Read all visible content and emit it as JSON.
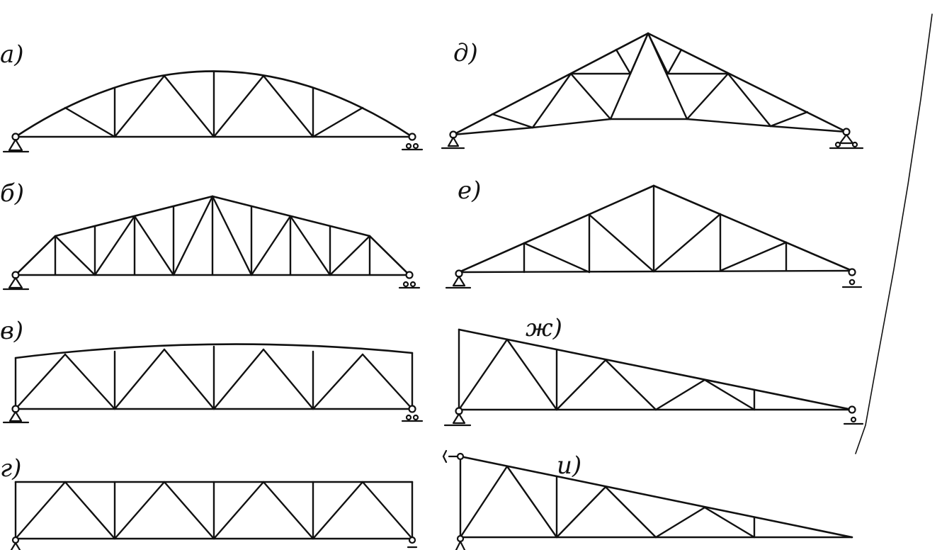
{
  "figure": {
    "colors": {
      "ink": "#111111",
      "paper": "#ffffff"
    },
    "panels": [
      {
        "id": "a",
        "label": "а)"
      },
      {
        "id": "b",
        "label": "б)"
      },
      {
        "id": "v",
        "label": "в)"
      },
      {
        "id": "g",
        "label": "г)"
      },
      {
        "id": "d",
        "label": "д)"
      },
      {
        "id": "e",
        "label": "е)"
      },
      {
        "id": "zh",
        "label": "ж)"
      },
      {
        "id": "i",
        "label": "и)"
      }
    ]
  }
}
